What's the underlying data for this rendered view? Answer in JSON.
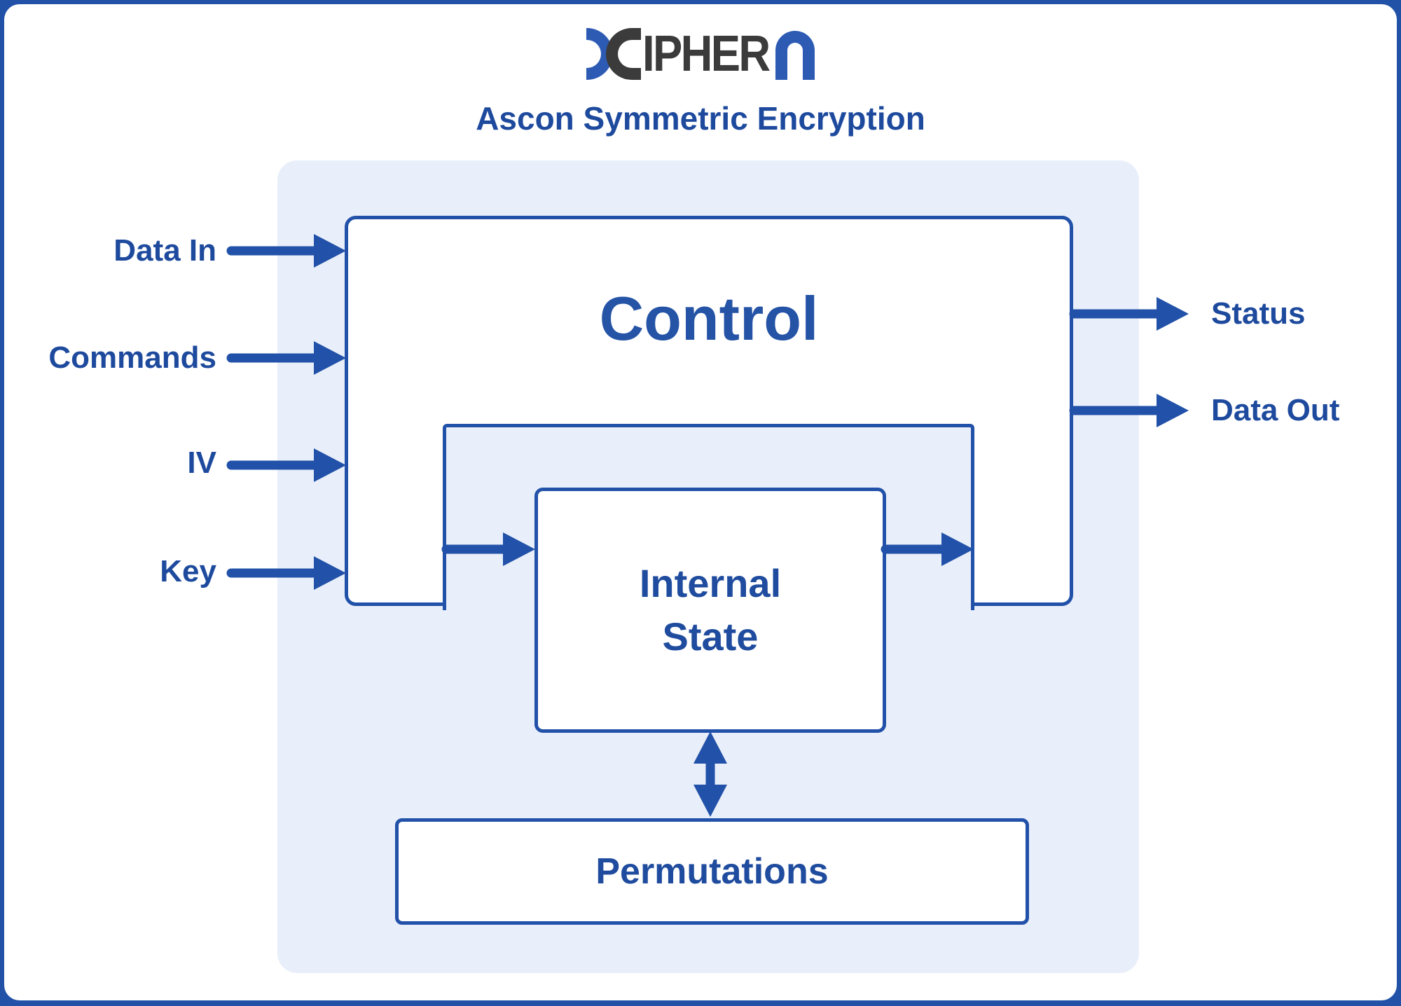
{
  "header": {
    "brand": "XIPHERA",
    "brand_dark_letters": "IPHER",
    "subtitle": "Ascon Symmetric Encryption"
  },
  "diagram": {
    "control_label": "Control",
    "internal_state_line1": "Internal",
    "internal_state_line2": "State",
    "permutations_label": "Permutations",
    "inputs": [
      "Data In",
      "Commands",
      "IV",
      "Key"
    ],
    "outputs": [
      "Status",
      "Data Out"
    ]
  },
  "colors": {
    "frame_blue": "#2152a8",
    "line_blue": "#2151a8",
    "text_blue": "#1e4a9e",
    "panel_light_blue": "#e9effa",
    "logo_blue": "#2d5bb4",
    "logo_dark": "#3b3b3b",
    "background_white": "#ffffff"
  }
}
